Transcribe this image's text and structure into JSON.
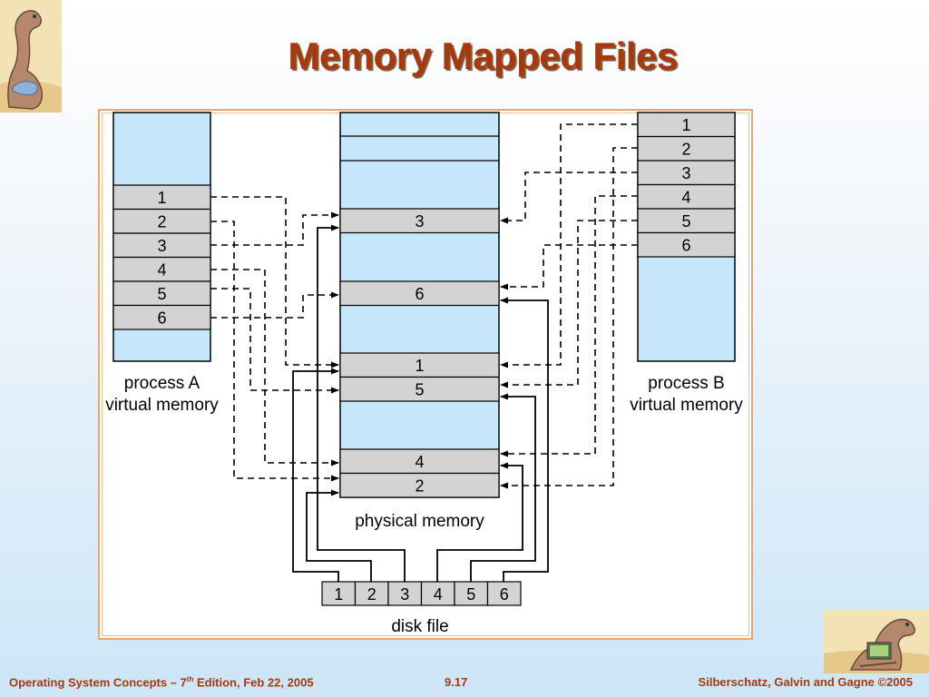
{
  "slide": {
    "title": "Memory Mapped Files",
    "footer_left_prefix": "Operating System Concepts – 7",
    "footer_left_sup": "th",
    "footer_left_suffix": " Edition, Feb 22, 2005",
    "footer_center": "9.17",
    "footer_right": "Silberschatz, Galvin and Gagne ©2005"
  },
  "diagram": {
    "process_a": {
      "label_line1": "process A",
      "label_line2": "virtual memory",
      "pages": [
        "1",
        "2",
        "3",
        "4",
        "5",
        "6"
      ]
    },
    "process_b": {
      "label_line1": "process B",
      "label_line2": "virtual memory",
      "pages": [
        "1",
        "2",
        "3",
        "4",
        "5",
        "6"
      ]
    },
    "physical_memory": {
      "label": "physical memory",
      "frames": [
        "3",
        "6",
        "1",
        "5",
        "4",
        "2"
      ]
    },
    "disk_file": {
      "label": "disk file",
      "blocks": [
        "1",
        "2",
        "3",
        "4",
        "5",
        "6"
      ]
    }
  },
  "colors": {
    "title": "#a8380e",
    "page_fill": "#d3d3d3",
    "memory_fill": "#c6e7fb",
    "frame_border": "#e9a66e"
  }
}
